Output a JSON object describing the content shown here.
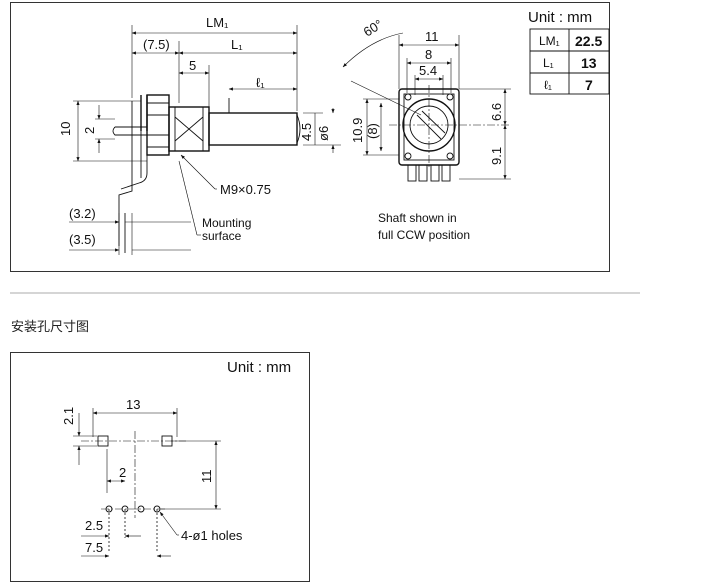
{
  "top_diagram": {
    "unit_label": "Unit : mm",
    "table": [
      {
        "label": "LM₁",
        "value": "22.5"
      },
      {
        "label": "L₁",
        "value": "13"
      },
      {
        "label": "ℓ₁",
        "value": "7"
      }
    ],
    "dims": {
      "lm1": "LM₁",
      "dim_7_5": "(7.5)",
      "l1": "L₁",
      "dim_5": "5",
      "ell1": "ℓ₁",
      "dim_10": "10",
      "dim_2": "2",
      "dim_4_5": "4.5",
      "dim_phi6": "ø6",
      "dim_3_2": "(3.2)",
      "dim_3_5": "(3.5)",
      "angle_60": "60°",
      "dim_11": "11",
      "dim_8": "8",
      "dim_5_4": "5.4",
      "dim_10_9": "10.9",
      "dim_8_paren": "(8)",
      "dim_6_6": "6.6",
      "dim_9_1": "9.1"
    },
    "thread_label": "M9×0.75",
    "mounting_label": [
      "Mounting",
      "surface"
    ],
    "shaft_note": [
      "Shaft shown in",
      "full CCW position"
    ]
  },
  "section_heading": "安装孔尺寸图",
  "bottom_diagram": {
    "unit_label": "Unit : mm",
    "dims": {
      "dim_13": "13",
      "dim_2_1": "2.1",
      "dim_2": "2",
      "dim_11": "11",
      "dim_2_5": "2.5",
      "dim_7_5": "7.5"
    },
    "holes_label": "4-ø1 holes"
  }
}
